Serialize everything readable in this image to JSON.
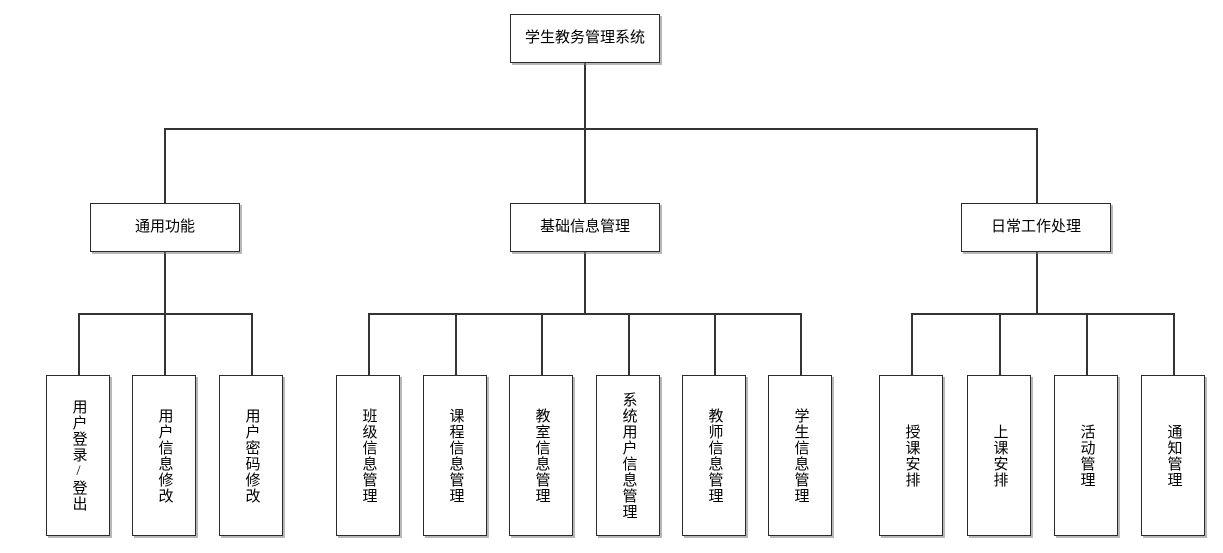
{
  "colors": {
    "background": "#ffffff",
    "box_fill": "#ffffff",
    "box_border": "#2b2b2b",
    "connector": "#343434",
    "shadow": "#7d7d7d",
    "text": "#000000"
  },
  "diagram": {
    "root": {
      "label": "学生教务管理系统"
    },
    "branches": [
      {
        "label": "通用功能",
        "children": [
          {
            "label": "用户登录/登出"
          },
          {
            "label": "用户信息修改"
          },
          {
            "label": "用户密码修改"
          }
        ]
      },
      {
        "label": "基础信息管理",
        "children": [
          {
            "label": "班级信息管理"
          },
          {
            "label": "课程信息管理"
          },
          {
            "label": "教室信息管理"
          },
          {
            "label": "系统用户信息管理"
          },
          {
            "label": "教师信息管理"
          },
          {
            "label": "学生信息管理"
          }
        ]
      },
      {
        "label": "日常工作处理",
        "children": [
          {
            "label": "授课安排"
          },
          {
            "label": "上课安排"
          },
          {
            "label": "活动管理"
          },
          {
            "label": "通知管理"
          }
        ]
      }
    ]
  }
}
